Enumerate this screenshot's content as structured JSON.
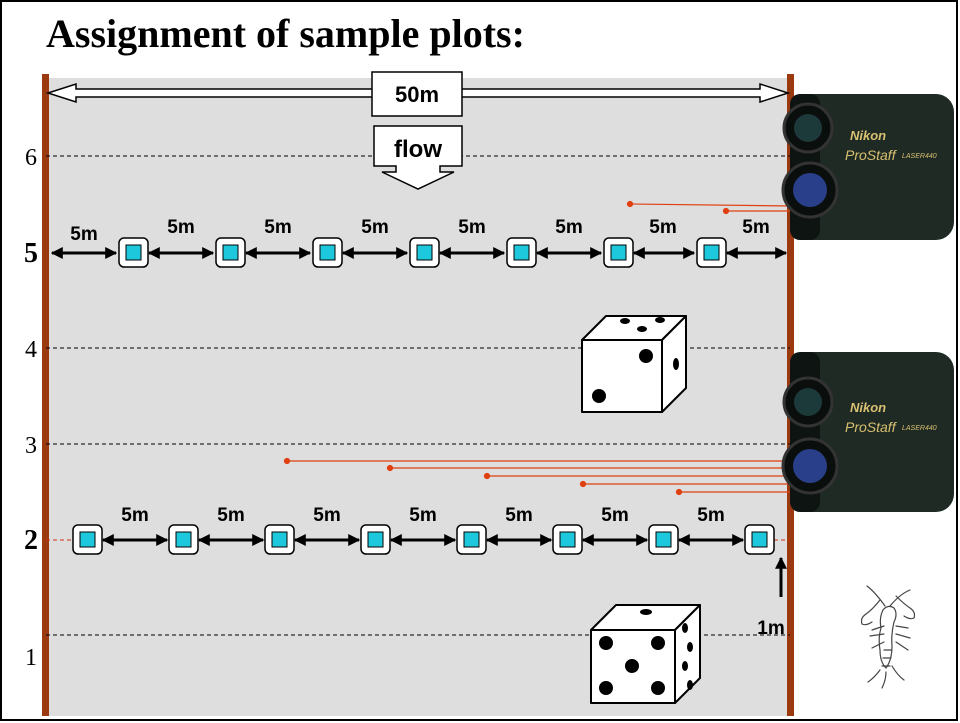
{
  "slide": {
    "title": "Assignment of sample plots:",
    "width_label": "50m",
    "flow_label": "flow",
    "spacing_label": "5m",
    "bank_offset_label": "1m"
  },
  "rows": [
    {
      "label": "6",
      "bold": false
    },
    {
      "label": "5",
      "bold": true
    },
    {
      "label": "4",
      "bold": false
    },
    {
      "label": "3",
      "bold": false
    },
    {
      "label": "2",
      "bold": true
    },
    {
      "label": "1",
      "bold": false
    }
  ],
  "rangefinder": {
    "brand": "Nikon",
    "model": "ProStaff",
    "model_suffix": "LASER440"
  },
  "dice": [
    {
      "row": "4",
      "pips": 3
    },
    {
      "row": "1",
      "pips": 5
    }
  ],
  "colors": {
    "river_bank": "#9b3a0e",
    "river_bed": "#dedede",
    "plot_marker": "#1ec8dc",
    "laser_line": "#e04010",
    "rangefinder_body": "#1f2a24"
  }
}
